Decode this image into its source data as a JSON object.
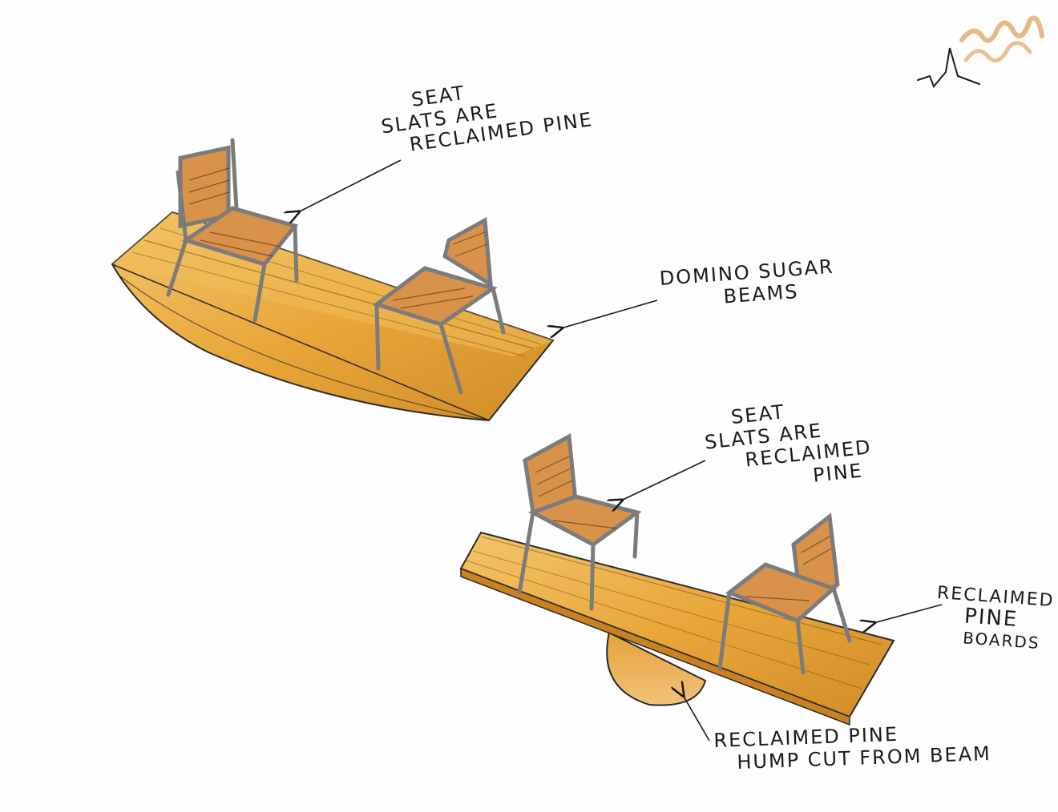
{
  "annotations": {
    "top_seat": [
      "SEAT",
      "SLATS ARE",
      "RECLAIMED PINE"
    ],
    "top_beams": [
      "DOMINO SUGAR",
      "BEAMS"
    ],
    "bottom_seat": [
      "SEAT",
      "SLATS ARE",
      "RECLAIMED",
      "PINE"
    ],
    "bottom_boards": [
      "RECLAIMED",
      "PINE",
      "BOARDS"
    ],
    "bottom_hump": [
      "RECLAIMED PINE",
      "HUMP CUT FROM BEAM"
    ]
  },
  "colors": {
    "wood": "#e9a73a",
    "wood_light": "#f3c56a",
    "wood_dark": "#c9821f",
    "steel": "#8c8c8c",
    "ink": "#1a1a1a"
  }
}
